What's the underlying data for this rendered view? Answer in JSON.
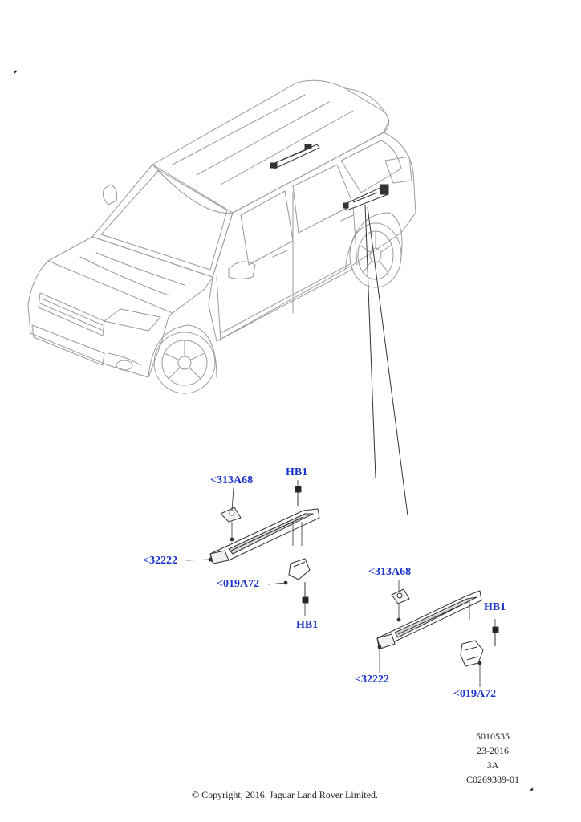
{
  "callouts": {
    "a_313A68": "<313A68",
    "a_HB1_top": "HB1",
    "a_32222": "<32222",
    "a_019A72": "<019A72",
    "a_HB1_bottom": "HB1",
    "b_313A68": "<313A68",
    "b_HB1": "HB1",
    "b_32222": "<32222",
    "b_019A72": "<019A72"
  },
  "reference": {
    "line1": "5010535",
    "line2": "23-2016",
    "line3": "3A",
    "line4": "C0269389-01"
  },
  "copyright": "© Copyright, 2016. Jaguar Land Rover Limited.",
  "colors": {
    "callout_text": "#1a33c8",
    "line_art": "#4a4a4a",
    "light_line_art": "#9a9a9a"
  }
}
